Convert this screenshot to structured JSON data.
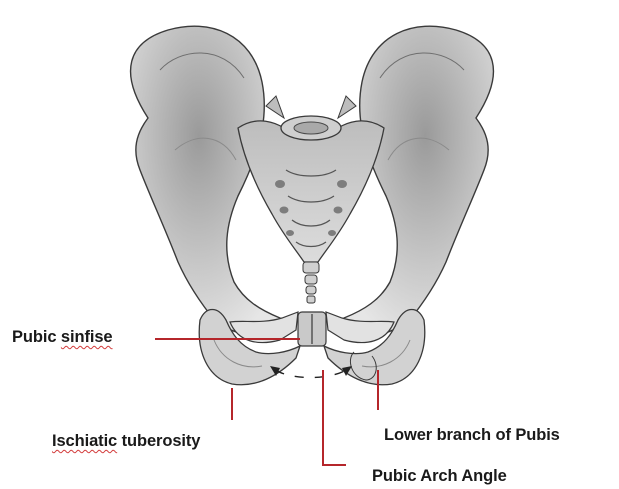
{
  "diagram": {
    "labels": {
      "pubic_symphysis": {
        "word1": "Pubic",
        "word2": "sinfise"
      },
      "ischial_tuberosity": {
        "word1": "Ischiatic",
        "word2": "tuberosity"
      },
      "lower_branch": "Lower branch of Pubis",
      "arch_angle": "Pubic Arch Angle"
    },
    "colors": {
      "leader_line": "#b5262b",
      "bone_fill": "#d6d6d6",
      "bone_shade": "#8f8f8f",
      "bone_outline": "#3a3a3a",
      "spellcheck_underline": "#d23a3a"
    }
  }
}
